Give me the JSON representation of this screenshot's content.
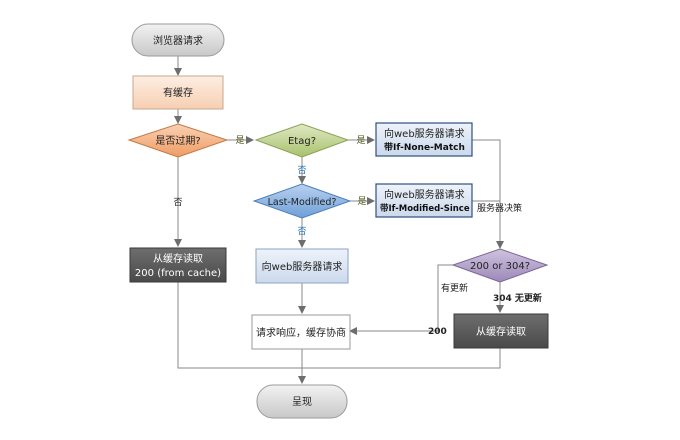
{
  "nodes": {
    "browser_request": "浏览器请求",
    "has_cache": "有缓存",
    "expired": "是否过期?",
    "etag": "Etag?",
    "req_inm_line1": "向web服务器请求",
    "req_inm_line2": "带If-None-Match",
    "last_modified": "Last-Modified?",
    "req_ims_line1": "向web服务器请求",
    "req_ims_line2": "带If-Modified-Since",
    "server_decide": "服务器决策",
    "read_cache_line1": "从缓存读取",
    "read_cache_line2": "200 (from cache)",
    "req_server": "向web服务器请求",
    "status_check": "200 or 304?",
    "has_update": "有更新",
    "no_update": "304 无更新",
    "code_200": "200",
    "response_cache": "请求响应，缓存协商",
    "read_cache2": "从缓存读取",
    "render": "呈现"
  },
  "edges": {
    "yes": "是",
    "no": "否"
  },
  "colors": {
    "terminal": "#d9d9d9",
    "has_cache": "#fbe4d5",
    "expired": "#f4b183",
    "etag": "#c5d89a",
    "last_modified": "#8db4e2",
    "request_box": "#dbe5f1",
    "status_check": "#b3a2c7",
    "dark_box": "#595959",
    "line": "#8a8a8a"
  }
}
